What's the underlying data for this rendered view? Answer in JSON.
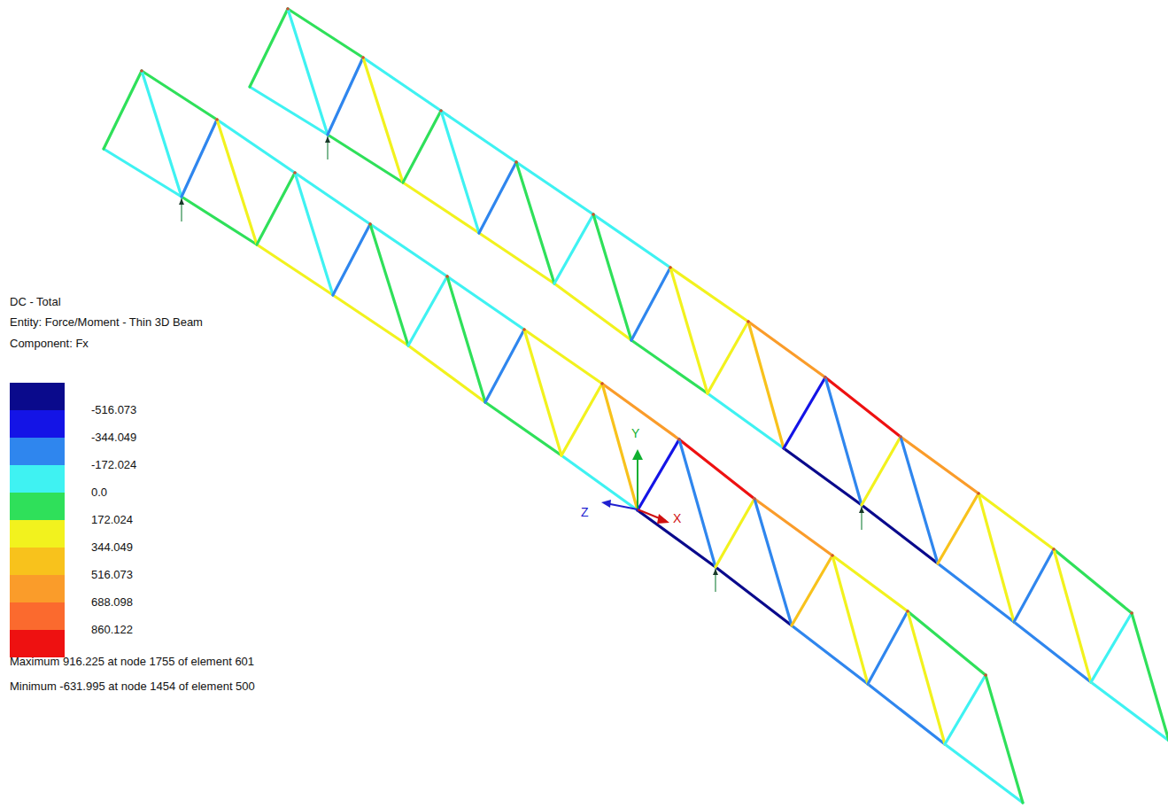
{
  "diagram": {
    "title": "DC - Total",
    "labels": [
      "Entity: Force/Moment - Thin 3D Beam",
      "Component: Fx",
      "Maximum 916.225 at node 1755 of element 601",
      "Minimum -631.995 at node 1454 of element 500",
      "Y",
      "Z",
      "X"
    ],
    "legend": [
      {
        "text": "-516.073",
        "color": "#1414e6"
      },
      {
        "text": "-344.049",
        "color": "#2f86ee"
      },
      {
        "text": "-172.024",
        "color": "#3ff2f2"
      },
      {
        "text": "0.0",
        "color": "#2fe05a"
      },
      {
        "text": "172.024",
        "color": "#f2f21e"
      },
      {
        "text": "344.049",
        "color": "#f8c21c"
      },
      {
        "text": "516.073",
        "color": "#fa9c2a"
      },
      {
        "text": "688.098",
        "color": "#fb6a2e"
      },
      {
        "text": "860.122",
        "color": "#ee1111"
      }
    ]
  }
}
